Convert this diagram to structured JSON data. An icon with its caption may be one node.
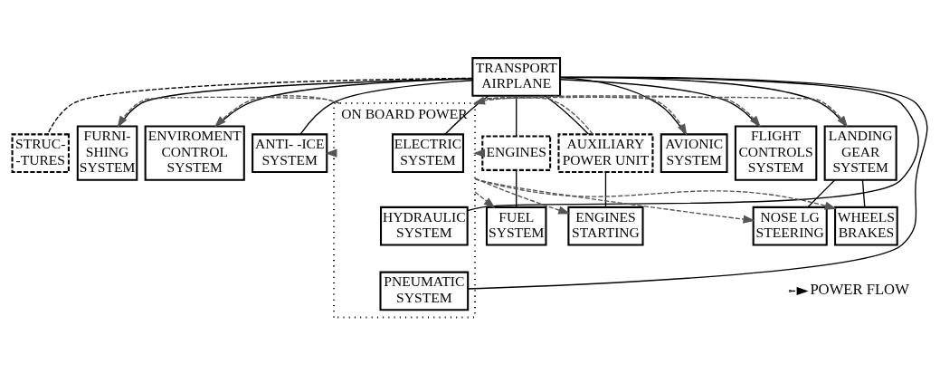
{
  "diagram": {
    "nodes": [
      {
        "text": [
          "TRANSPORT AIRPLANE"
        ]
      },
      {
        "text": [
          "STRUC- -TURES"
        ]
      },
      {
        "text": [
          "AVIONIC SYSTEM"
        ]
      },
      {
        "text": [
          "FLIGHT CONTROLS SYSTEM"
        ]
      },
      {
        "text": [
          "LANDING GEAR SYSTEM"
        ]
      },
      {
        "text": [
          "FURNI- SHING SYSTEM"
        ]
      },
      {
        "text": [
          "ENVIROMENT CONTROL SYSTEM"
        ]
      },
      {
        "text": [
          "ANTI- -ICE SYSTEM"
        ]
      },
      {
        "text": [
          "ENGINES"
        ]
      },
      {
        "text": [
          "AUXILIARY POWER UNIT"
        ]
      },
      {
        "text": [
          "ON BOARD POWER"
        ]
      },
      {
        "text": [
          "NOSE LG STEERING"
        ]
      },
      {
        "text": [
          "WHEELS BRAKES"
        ]
      },
      {
        "text": [
          "FUEL SYSTEM"
        ]
      },
      {
        "text": [
          "ENGINES STARTING"
        ]
      },
      {
        "text": [
          "ELECTRIC SYSTEM"
        ],
        "in": 10
      },
      {
        "text": [
          "HYDRAULIC SYSTEM"
        ],
        "in": 10
      },
      {
        "text": [
          "PNEUMATIC SYSTEM"
        ],
        "in": 10
      }
    ],
    "edges": [
      {
        "from": 0,
        "to": 1,
        "arrow": "none",
        "style": "dashed"
      },
      {
        "from": 0,
        "to": 2,
        "arrow": "none"
      },
      {
        "from": 0,
        "to": 3,
        "arrow": "none"
      },
      {
        "from": 0,
        "to": 4,
        "arrow": "none"
      },
      {
        "from": 0,
        "to": 5,
        "arrow": "none"
      },
      {
        "from": 0,
        "to": 6,
        "arrow": "none"
      },
      {
        "from": 0,
        "to": 7,
        "arrow": "none"
      },
      {
        "from": 0,
        "to": 8,
        "arrow": "none"
      },
      {
        "from": 0,
        "to": 9,
        "arrow": "none"
      },
      {
        "from": 0,
        "to": 15,
        "arrow": "none"
      },
      {
        "from": 0,
        "to": 16,
        "arrow": "none"
      },
      {
        "from": 0,
        "to": 17,
        "arrow": "none"
      },
      {
        "from": 4,
        "to": 11,
        "arrow": "none"
      },
      {
        "from": 4,
        "to": 12,
        "arrow": "none"
      },
      {
        "from": 8,
        "to": 13,
        "arrow": "none"
      },
      {
        "from": 9,
        "to": 14,
        "arrow": "none"
      },
      {
        "from": 8,
        "to": 10,
        "arrow": "to",
        "style": "dashed",
        "color": "#555555"
      },
      {
        "from": 9,
        "to": 10,
        "arrow": "to",
        "style": "dashed",
        "color": "#555555"
      },
      {
        "from": 10,
        "to": 2,
        "arrow": "to",
        "style": "dashed",
        "color": "#555555"
      },
      {
        "from": 10,
        "to": 3,
        "arrow": "to",
        "style": "dashed",
        "color": "#555555"
      },
      {
        "from": 10,
        "to": 11,
        "arrow": "to",
        "style": "dashed",
        "color": "#555555"
      },
      {
        "from": 10,
        "to": 12,
        "arrow": "to",
        "style": "dashed",
        "color": "#555555"
      },
      {
        "from": 10,
        "to": 4,
        "arrow": "to",
        "style": "dashed",
        "color": "#555555"
      },
      {
        "from": 10,
        "to": 5,
        "arrow": "to",
        "style": "dashed",
        "color": "#555555"
      },
      {
        "from": 10,
        "to": 6,
        "arrow": "to",
        "style": "dashed",
        "color": "#555555"
      },
      {
        "from": 10,
        "to": 7,
        "arrow": "to",
        "style": "dashed",
        "color": "#555555"
      },
      {
        "from": 10,
        "to": 13,
        "arrow": "to",
        "style": "dashed",
        "color": "#555555"
      },
      {
        "from": 10,
        "to": 14,
        "arrow": "to",
        "style": "dashed",
        "color": "#555555"
      }
    ],
    "legend": [
      {
        "text": "POWER FLOW"
      }
    ]
  }
}
